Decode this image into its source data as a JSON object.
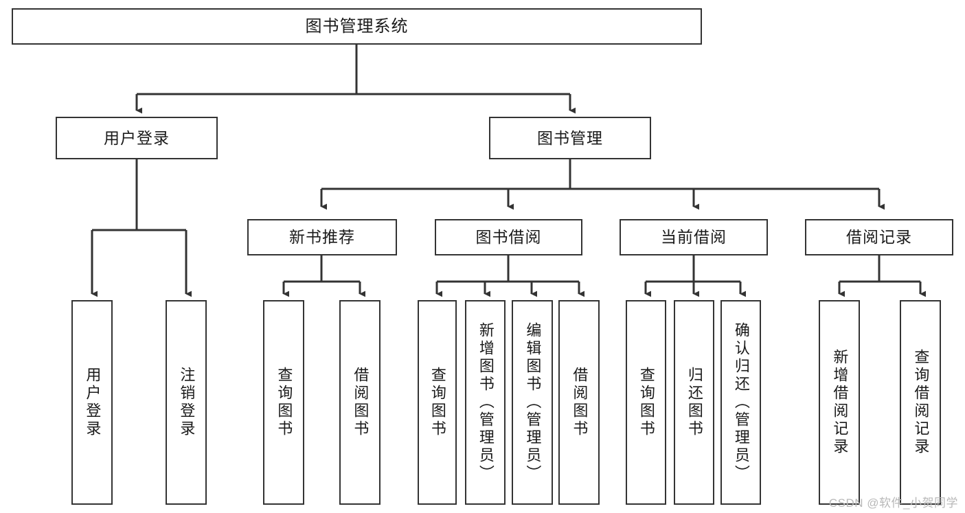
{
  "diagram": {
    "title": "图书管理系统",
    "type": "tree-hierarchy-chart",
    "orientation": "top-down",
    "colors": {
      "box_border": "#333333",
      "box_fill": "#ffffff",
      "edge": "#333333",
      "text": "#1a1a1a",
      "watermark": "#b8b8b8",
      "background": "#ffffff"
    },
    "watermark": "CSDN @软件_小贺同学",
    "nodes": {
      "root": {
        "label": "图书管理系统"
      },
      "level2": [
        {
          "id": "user-login",
          "label": "用户登录"
        },
        {
          "id": "book-management",
          "label": "图书管理"
        }
      ],
      "level3": [
        {
          "id": "new-book-recommend",
          "label": "新书推荐"
        },
        {
          "id": "book-borrow",
          "label": "图书借阅"
        },
        {
          "id": "current-borrow",
          "label": "当前借阅"
        },
        {
          "id": "borrow-record",
          "label": "借阅记录"
        }
      ],
      "leaves": {
        "user_login": [
          {
            "id": "leaf-user-login",
            "label": "用户登录"
          },
          {
            "id": "leaf-logout-login",
            "label": "注销登录"
          }
        ],
        "new_book_recommend": [
          {
            "id": "leaf-query-book-1",
            "label": "查询图书"
          },
          {
            "id": "leaf-borrow-book-1",
            "label": "借阅图书"
          }
        ],
        "book_borrow": [
          {
            "id": "leaf-query-book-2",
            "label": "查询图书"
          },
          {
            "id": "leaf-add-book",
            "label": "新增图书（管理员）"
          },
          {
            "id": "leaf-edit-book",
            "label": "编辑图书（管理员）"
          },
          {
            "id": "leaf-borrow-book-2",
            "label": "借阅图书"
          }
        ],
        "current_borrow": [
          {
            "id": "leaf-query-book-3",
            "label": "查询图书"
          },
          {
            "id": "leaf-return-book",
            "label": "归还图书"
          },
          {
            "id": "leaf-confirm-return",
            "label": "确认归还（管理员）"
          }
        ],
        "borrow_record": [
          {
            "id": "leaf-add-record",
            "label": "新增借阅记录"
          },
          {
            "id": "leaf-query-record",
            "label": "查询借阅记录"
          }
        ]
      }
    }
  }
}
